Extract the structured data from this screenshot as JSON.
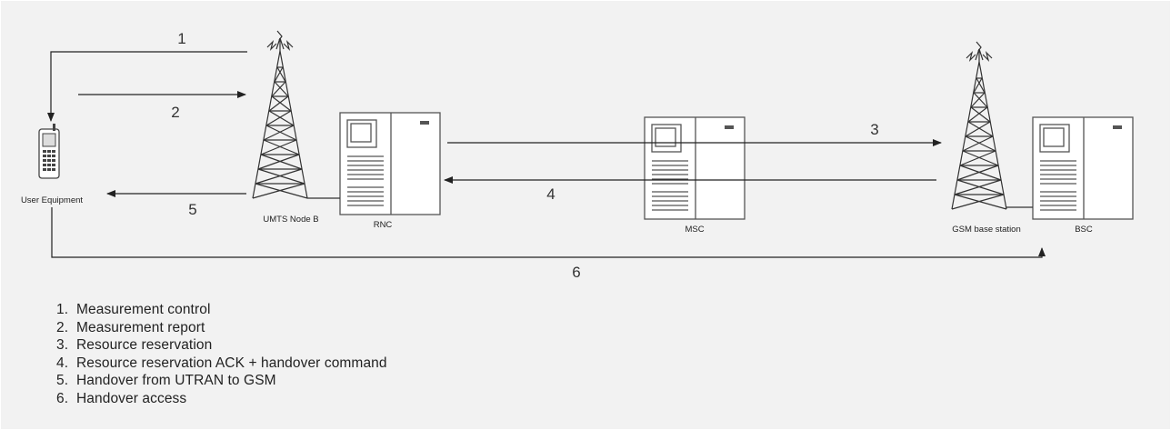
{
  "diagram": {
    "nodes": {
      "user_equipment": "User Equipment",
      "umts_node_b": "UMTS Node B",
      "rnc": "RNC",
      "msc": "MSC",
      "gsm_base_station": "GSM base station",
      "bsc": "BSC"
    },
    "arrows": {
      "a1": "1",
      "a2": "2",
      "a3": "3",
      "a4": "4",
      "a5": "5",
      "a6": "6"
    }
  },
  "legend": [
    {
      "number": "1.",
      "text": "Measurement control"
    },
    {
      "number": "2.",
      "text": "Measurement report"
    },
    {
      "number": "3.",
      "text": "Resource reservation"
    },
    {
      "number": "4.",
      "text": "Resource reservation ACK + handover command"
    },
    {
      "number": "5.",
      "text": "Handover from UTRAN to GSM"
    },
    {
      "number": "6.",
      "text": "Handover access"
    }
  ],
  "colors": {
    "background": "#f2f2f2",
    "line": "#222222",
    "equipment": "#555555"
  },
  "icons": [
    "mobile-phone-icon",
    "antenna-tower-icon",
    "server-rack-icon"
  ]
}
